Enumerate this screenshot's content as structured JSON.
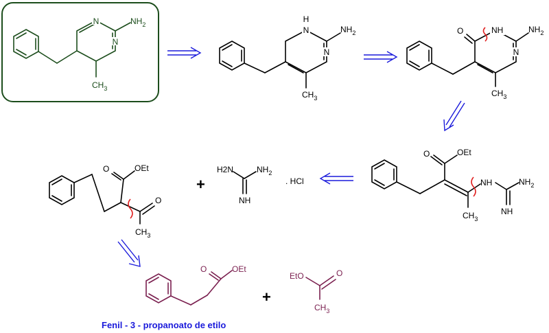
{
  "labels": {
    "nh2": "NH2",
    "n": "N",
    "h": "H",
    "ch3": "CH3",
    "o": "O",
    "oet": "OEt",
    "eto": "EtO",
    "nh": "NH",
    "h2n": "H2N",
    "hcl": ". HCl",
    "plus": "+"
  },
  "caption": "Fenil - 3 - propanoato de etilo",
  "colors": {
    "target_frame": "#1c4d1c",
    "arrows": "#1a1adb",
    "disconnection": "#e02020",
    "product": "#7a1f4f",
    "caption": "#1a1adb"
  }
}
